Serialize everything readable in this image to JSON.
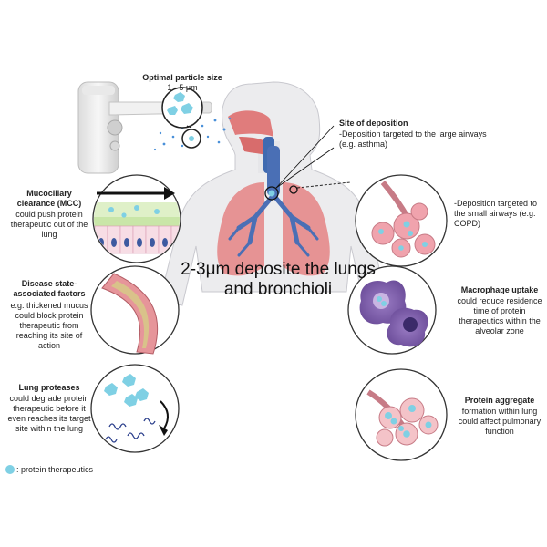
{
  "particle": {
    "title": "Optimal particle size",
    "range": "1 - 5 μm"
  },
  "deposition_site": {
    "title": "Site of deposition",
    "large_airways": "-Deposition targeted to the large airways (e.g. asthma)",
    "small_airways": "-Deposition targeted to the small airways (e.g. COPD)"
  },
  "center_caption": {
    "line1": "2-3μm deposite the lungs",
    "line2": "and  bronchioli"
  },
  "mcc": {
    "title": "Mucociliary clearance (MCC)",
    "body": "could push protein therapeutic out of the lung"
  },
  "disease": {
    "title": "Disease state-associated factors",
    "body": "e.g. thickened mucus could block protein therapeutic from reaching its site of action"
  },
  "proteases": {
    "title": "Lung proteases",
    "body": "could degrade protein therapeutic before it even reaches its target site within the lung"
  },
  "macrophage": {
    "title": "Macrophage uptake",
    "body": "could reduce residence time of protein therapeutics within the alveolar zone"
  },
  "aggregate": {
    "title": "Protein aggregate",
    "body": "formation within lung could affect pulmonary function"
  },
  "legend": {
    "label": ": protein therapeutics"
  },
  "colors": {
    "protein": "#7fd0e4",
    "body_skin": "#e8e8ea",
    "lung": "#e58a8a",
    "airway": "#4a6fb5",
    "macrophage": "#7e5aa6",
    "circle_border": "#333333"
  }
}
